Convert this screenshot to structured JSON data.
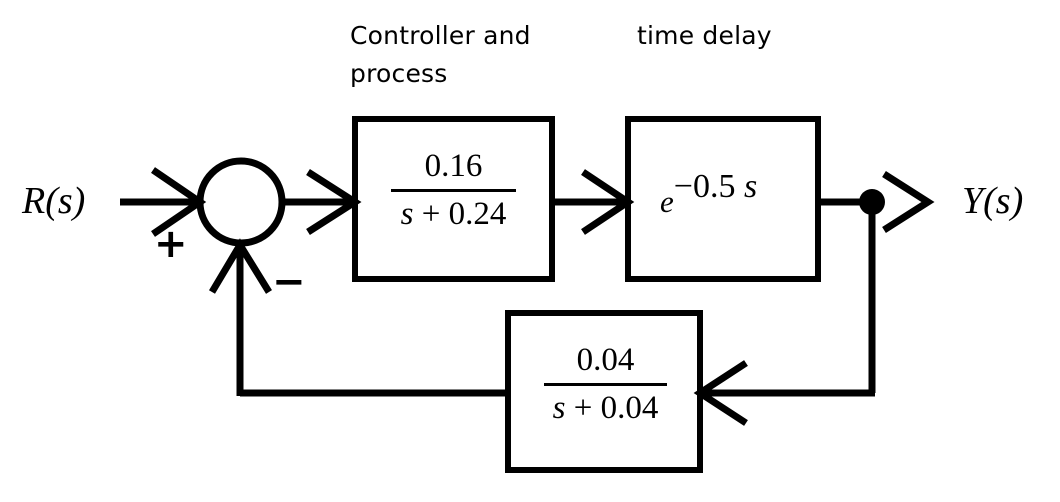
{
  "diagram": {
    "title_labels": {
      "controller_process": "Controller and\nprocess",
      "controller_process_line1": "Controller and",
      "controller_process_line2": "process",
      "time_delay": "time delay"
    },
    "signals": {
      "input": "R(s)",
      "output": "Y(s)",
      "sum_plus": "+",
      "sum_minus": "−"
    },
    "blocks": [
      {
        "id": "controller-process",
        "label": "Controller and process",
        "numerator": "0.16",
        "denominator_var": "s",
        "denominator_op": "+",
        "denominator_const": "0.24",
        "expression": "0.16 / (s + 0.24)"
      },
      {
        "id": "time-delay",
        "label": "time delay",
        "base": "e",
        "exponent_sign": "−",
        "exponent_coeff": "0.5",
        "exponent_var": "s",
        "expression": "e^(-0.5 s)"
      },
      {
        "id": "feedback-sensor",
        "label": "",
        "numerator": "0.04",
        "denominator_var": "s",
        "denominator_op": "+",
        "denominator_const": "0.04",
        "expression": "0.04 / (s + 0.04)"
      }
    ],
    "colors": {
      "stroke": "#000000",
      "background": "#ffffff",
      "text": "#000000"
    }
  }
}
